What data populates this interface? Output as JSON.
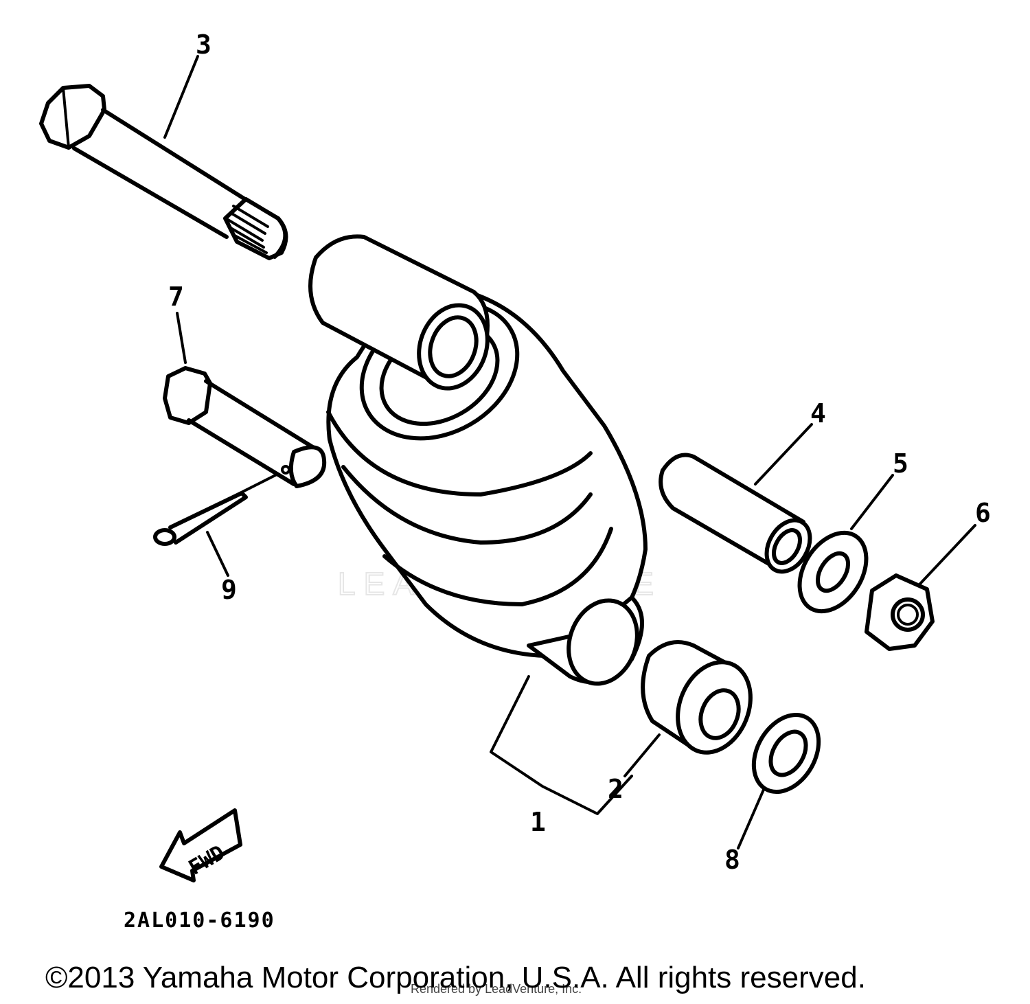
{
  "diagram": {
    "callouts": [
      "1",
      "2",
      "3",
      "4",
      "5",
      "6",
      "7",
      "8",
      "9"
    ],
    "direction_label": "FWD",
    "part_code": "2AL010-6190",
    "copyright": "©2013 Yamaha Motor Corporation, U.S.A. All rights reserved.",
    "rendered_by": "Rendered by LeadVenture, Inc.",
    "watermark": "LEADVENTURE",
    "watermark_logo": "leadventure-logo"
  }
}
